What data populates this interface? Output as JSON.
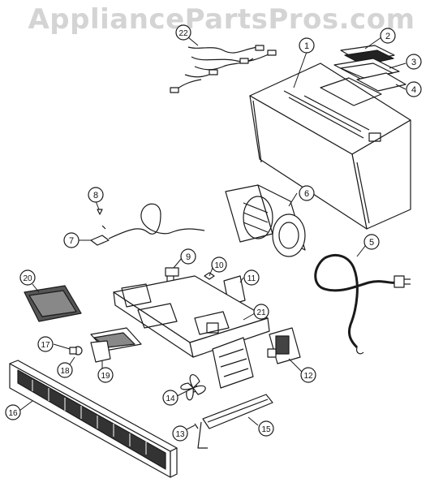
{
  "watermark": "AppliancePartsPros.com",
  "callouts": [
    {
      "id": "c1",
      "label": "1"
    },
    {
      "id": "c2",
      "label": "2"
    },
    {
      "id": "c3",
      "label": "3"
    },
    {
      "id": "c4",
      "label": "4"
    },
    {
      "id": "c5",
      "label": "5"
    },
    {
      "id": "c6",
      "label": "6"
    },
    {
      "id": "c7",
      "label": "7"
    },
    {
      "id": "c8",
      "label": "8"
    },
    {
      "id": "c9",
      "label": "9"
    },
    {
      "id": "c10",
      "label": "10"
    },
    {
      "id": "c11",
      "label": "11"
    },
    {
      "id": "c12",
      "label": "12"
    },
    {
      "id": "c13",
      "label": "13"
    },
    {
      "id": "c14",
      "label": "14"
    },
    {
      "id": "c15",
      "label": "15"
    },
    {
      "id": "c16",
      "label": "16"
    },
    {
      "id": "c17",
      "label": "17"
    },
    {
      "id": "c18",
      "label": "18"
    },
    {
      "id": "c19",
      "label": "19"
    },
    {
      "id": "c20",
      "label": "20"
    },
    {
      "id": "c21",
      "label": "21"
    },
    {
      "id": "c22",
      "label": "22"
    }
  ],
  "colors": {
    "line": "#1a1a1a",
    "watermark": "#d4d4d4",
    "background": "#ffffff"
  }
}
